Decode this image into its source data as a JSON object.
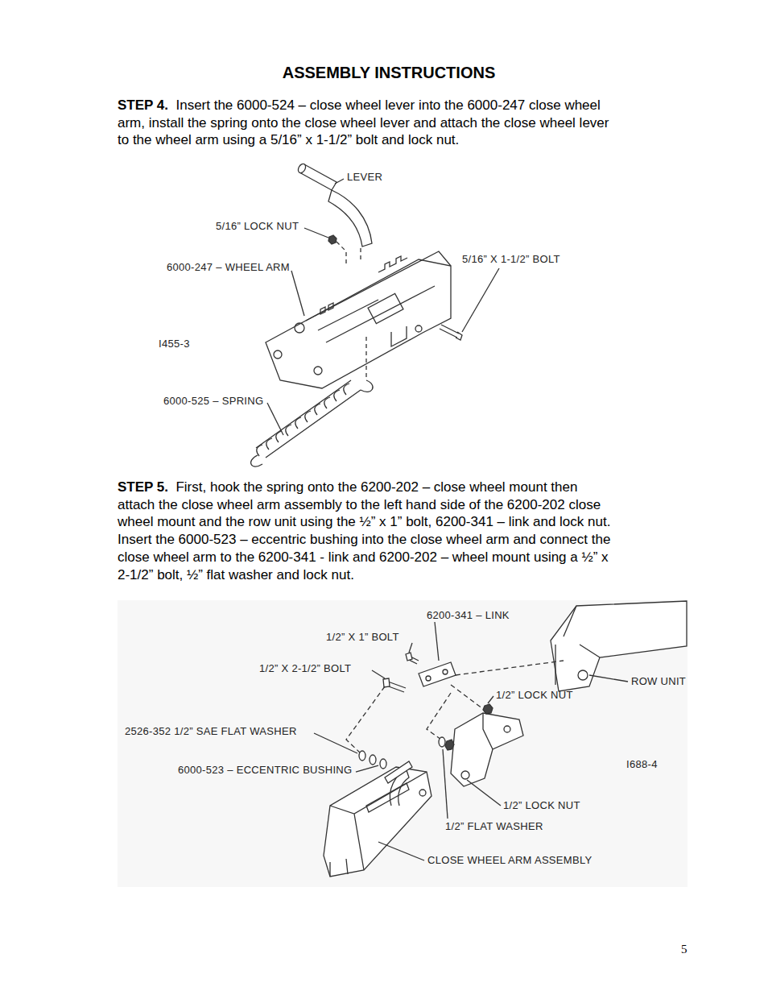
{
  "diagram": {
    "title": "ASSEMBLY INSTRUCTIONS",
    "labels": [
      "STEP 4.",
      "Insert the 6000-524 – close wheel lever into the 6000-247 close wheel arm, install the spring onto the close wheel lever and attach the close wheel lever to the wheel arm using a 5/16” x 1-1/2” bolt and lock nut.",
      "STEP 5.",
      "First, hook the spring onto the 6200-202 – close wheel mount then attach the close wheel arm assembly to the left hand side of the 6200-202 close wheel mount and the row unit using the ½” x 1” bolt, 6200-341 – link and lock nut. Insert the 6000-523 – eccentric bushing into the close wheel arm and connect the close wheel arm to the 6200-341 - link and 6200-202 – wheel mount using a ½” x 2-1/2” bolt, ½” flat washer and lock nut.",
      "LEVER",
      "5/16” LOCK NUT",
      "6000-247 – WHEEL ARM",
      "5/16” X 1-1/2” BOLT",
      "I455-3",
      "6000-525 – SPRING",
      "6200-341 – LINK",
      "1/2” X 1” BOLT",
      "1/2” X 2-1/2” BOLT",
      "ROW UNIT",
      "1/2” LOCK NUT",
      "2526-352 1/2” SAE FLAT WASHER",
      "6000-523 – ECCENTRIC BUSHING",
      "I688-4",
      "1/2” LOCK NUT",
      "1/2” FLAT WASHER",
      "CLOSE WHEEL ARM ASSEMBLY",
      "5"
    ]
  }
}
